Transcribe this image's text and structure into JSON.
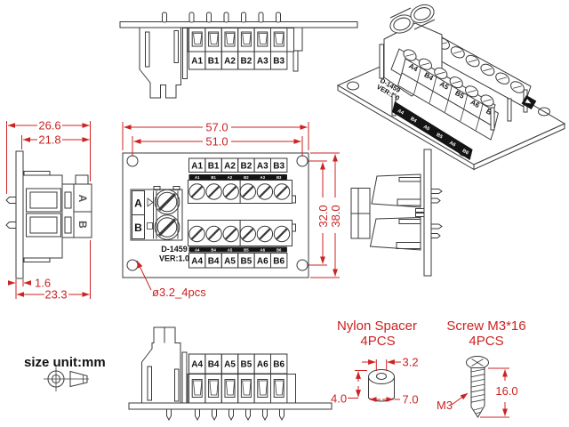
{
  "note": {
    "size_unit": "size unit:mm"
  },
  "model": {
    "name": "D-1459",
    "version": "VER:1.0"
  },
  "terminals": {
    "row1": [
      "A1",
      "B1",
      "A2",
      "B2",
      "A3",
      "B3"
    ],
    "row2": [
      "A4",
      "B4",
      "A5",
      "B5",
      "A6",
      "B6"
    ],
    "input": [
      "A",
      "B"
    ]
  },
  "dimensions": {
    "left_view": {
      "overall_width": "26.6",
      "body_depth": "21.8",
      "pcb_thickness": "1.6",
      "total_depth": "23.3"
    },
    "front_view": {
      "board_width": "57.0",
      "hole_pitch_width": "51.0",
      "hole_pitch_height": "32.0",
      "board_height": "38.0",
      "mount_hole_note": "ø3.2_4pcs"
    }
  },
  "hardware": {
    "spacer": {
      "title": "Nylon Spacer",
      "qty": "4PCS",
      "inner_dia": "3.2",
      "outer_dia": "7.0",
      "height": "4.0"
    },
    "screw": {
      "title": "Screw M3*16",
      "qty": "4PCS",
      "thread": "M3",
      "length": "16.0"
    }
  },
  "colors": {
    "dimension_red": "#cc2222",
    "line_dark": "#3a3a3a",
    "strip_black": "#141414"
  }
}
